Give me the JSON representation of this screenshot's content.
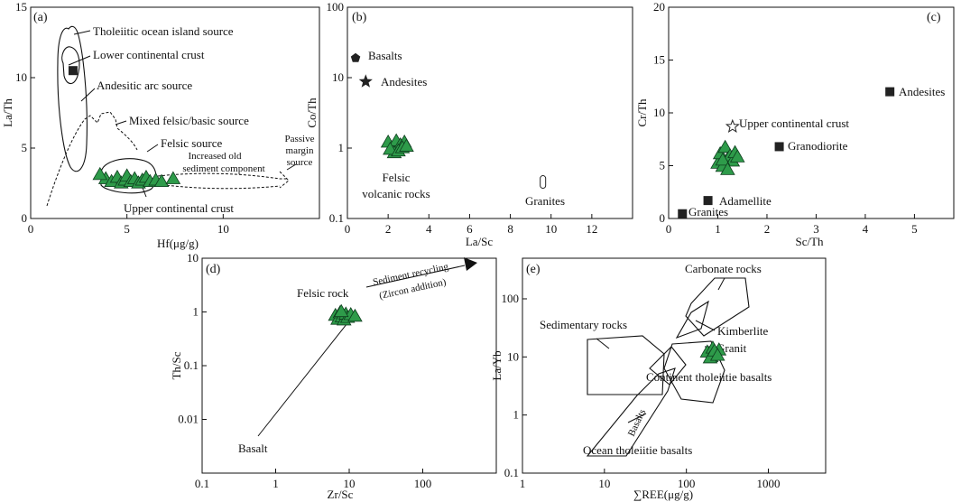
{
  "figure": {
    "accent_colors": {
      "sample_fill": "#2e9b4a",
      "sample_stroke": "#0d3d1d",
      "marker_dark": "#222222"
    }
  },
  "chart_data": [
    {
      "id": "a",
      "panel_label": "(a)",
      "type": "scatter",
      "xlabel": "Hf(μg/g)",
      "ylabel": "La/Th",
      "xlim": [
        0,
        15
      ],
      "ylim": [
        0,
        15
      ],
      "x_ticks": [
        0,
        5,
        10
      ],
      "x_tick_labels": [
        "0",
        "5",
        "10"
      ],
      "y_ticks": [
        0,
        5,
        10,
        15
      ],
      "y_tick_labels": [
        "0",
        "5",
        "10",
        "15"
      ],
      "grid": false,
      "samples": [
        {
          "x": 3.9,
          "y": 2.8
        },
        {
          "x": 4.2,
          "y": 2.6
        },
        {
          "x": 4.5,
          "y": 2.9
        },
        {
          "x": 4.7,
          "y": 2.5
        },
        {
          "x": 4.9,
          "y": 2.7
        },
        {
          "x": 5.0,
          "y": 3.0
        },
        {
          "x": 5.2,
          "y": 2.6
        },
        {
          "x": 5.4,
          "y": 2.8
        },
        {
          "x": 5.6,
          "y": 2.5
        },
        {
          "x": 5.8,
          "y": 2.7
        },
        {
          "x": 6.0,
          "y": 2.9
        },
        {
          "x": 6.2,
          "y": 2.6
        },
        {
          "x": 6.5,
          "y": 2.7
        },
        {
          "x": 6.8,
          "y": 2.6
        },
        {
          "x": 7.4,
          "y": 2.8
        },
        {
          "x": 3.6,
          "y": 3.1
        }
      ],
      "reference_points": [
        {
          "x": 2.2,
          "y": 10.5,
          "marker": "square"
        }
      ],
      "annotations": [
        "Tholeiitic ocean island source",
        "Lower continental crust",
        "Andesitic arc source",
        "Mixed felsic/basic source",
        "Felsic source",
        "Increased old",
        "sediment component",
        "Passive",
        "margin",
        "source",
        "Upper continental crust"
      ]
    },
    {
      "id": "b",
      "panel_label": "(b)",
      "type": "scatter",
      "xlabel": "La/Sc",
      "ylabel": "Co/Th",
      "xlim": [
        0,
        14
      ],
      "ylim": [
        0.1,
        100
      ],
      "yscale": "log",
      "x_ticks": [
        0,
        2,
        4,
        6,
        8,
        10,
        12
      ],
      "x_tick_labels": [
        "0",
        "2",
        "4",
        "6",
        "8",
        "10",
        "12"
      ],
      "y_ticks": [
        0.1,
        1,
        10,
        100
      ],
      "y_tick_labels": [
        "0.1",
        "1",
        "10",
        "100"
      ],
      "grid": false,
      "samples": [
        {
          "x": 2.0,
          "y": 1.2
        },
        {
          "x": 2.2,
          "y": 1.0
        },
        {
          "x": 2.4,
          "y": 1.25
        },
        {
          "x": 2.6,
          "y": 1.1
        },
        {
          "x": 2.8,
          "y": 1.2
        },
        {
          "x": 2.3,
          "y": 0.85
        },
        {
          "x": 2.1,
          "y": 0.95
        },
        {
          "x": 2.5,
          "y": 0.9
        },
        {
          "x": 2.7,
          "y": 1.0
        },
        {
          "x": 2.9,
          "y": 1.05
        }
      ],
      "reference_points": [
        {
          "name": "Basalts",
          "x": 0.4,
          "y": 19,
          "marker": "pentagon"
        },
        {
          "name": "Andesites",
          "x": 0.9,
          "y": 8.8,
          "marker": "star"
        },
        {
          "name": "Granites",
          "x": 9.6,
          "y": 0.33,
          "marker": "capsule"
        }
      ],
      "annotations": [
        "Basalts",
        "Andesites",
        "Felsic",
        "volcanic rocks",
        "Granites"
      ]
    },
    {
      "id": "c",
      "panel_label": "(c)",
      "type": "scatter",
      "xlabel": "Sc/Th",
      "ylabel": "Cr/Th",
      "xlim": [
        0,
        5.8
      ],
      "ylim": [
        0,
        20
      ],
      "x_ticks": [
        0,
        1,
        2,
        3,
        4,
        5
      ],
      "x_tick_labels": [
        "0",
        "1",
        "2",
        "3",
        "4",
        "5"
      ],
      "y_ticks": [
        0,
        5,
        10,
        15,
        20
      ],
      "y_tick_labels": [
        "0",
        "5",
        "10",
        "15",
        "20"
      ],
      "grid": false,
      "samples": [
        {
          "x": 1.0,
          "y": 5.2
        },
        {
          "x": 1.05,
          "y": 6.1
        },
        {
          "x": 1.1,
          "y": 4.9
        },
        {
          "x": 1.15,
          "y": 6.7
        },
        {
          "x": 1.2,
          "y": 5.6
        },
        {
          "x": 1.25,
          "y": 5.9
        },
        {
          "x": 1.3,
          "y": 5.4
        },
        {
          "x": 1.35,
          "y": 6.2
        },
        {
          "x": 1.4,
          "y": 5.8
        },
        {
          "x": 1.1,
          "y": 5.5
        },
        {
          "x": 1.2,
          "y": 4.6
        }
      ],
      "reference_points": [
        {
          "name": "Andesites",
          "x": 4.5,
          "y": 12.0,
          "marker": "square"
        },
        {
          "name": "Upper continental crust",
          "x": 1.3,
          "y": 8.7,
          "marker": "star-open"
        },
        {
          "name": "Granodiorite",
          "x": 2.25,
          "y": 6.8,
          "marker": "square"
        },
        {
          "name": "Adamellite",
          "x": 0.8,
          "y": 1.7,
          "marker": "square"
        },
        {
          "name": "Granites",
          "x": 0.28,
          "y": 0.45,
          "marker": "square"
        }
      ],
      "annotations": [
        "Andesites",
        "Upper continental crust",
        "Granodiorite",
        "Adamellite",
        "Granites"
      ]
    },
    {
      "id": "d",
      "panel_label": "(d)",
      "type": "scatter",
      "xlabel": "Zr/Sc",
      "ylabel": "Th/Sc",
      "xlim": [
        0.1,
        1000
      ],
      "ylim": [
        0.001,
        10
      ],
      "xscale": "log",
      "yscale": "log",
      "x_ticks": [
        0.1,
        1,
        10,
        100
      ],
      "x_tick_labels": [
        "0.1",
        "1",
        "10",
        "100"
      ],
      "y_ticks": [
        0.01,
        0.1,
        1,
        10
      ],
      "y_tick_labels": [
        "0.01",
        "0.1",
        "1",
        "10"
      ],
      "grid": false,
      "samples": [
        {
          "x": 6.5,
          "y": 0.85
        },
        {
          "x": 7.0,
          "y": 0.72
        },
        {
          "x": 7.5,
          "y": 0.95
        },
        {
          "x": 8.0,
          "y": 0.8
        },
        {
          "x": 8.5,
          "y": 0.7
        },
        {
          "x": 9.0,
          "y": 0.9
        },
        {
          "x": 9.5,
          "y": 0.78
        },
        {
          "x": 10.5,
          "y": 0.88
        },
        {
          "x": 12.0,
          "y": 0.82
        },
        {
          "x": 7.8,
          "y": 1.0
        }
      ],
      "annotations": [
        "Felsic rock",
        "Sediment recycling",
        "(Zircon addition)",
        "Basalt"
      ]
    },
    {
      "id": "e",
      "panel_label": "(e)",
      "type": "scatter",
      "xlabel": "∑REE(μg/g)",
      "ylabel": "La/Yb",
      "xlim": [
        1,
        5000
      ],
      "ylim": [
        0.1,
        500
      ],
      "xscale": "log",
      "yscale": "log",
      "x_ticks": [
        1,
        10,
        100,
        1000
      ],
      "x_tick_labels": [
        "1",
        "10",
        "100",
        "1000"
      ],
      "y_ticks": [
        0.1,
        1,
        10,
        100
      ],
      "y_tick_labels": [
        "0.1",
        "1",
        "10",
        "100"
      ],
      "grid": false,
      "samples": [
        {
          "x": 180,
          "y": 12
        },
        {
          "x": 200,
          "y": 10
        },
        {
          "x": 210,
          "y": 14
        },
        {
          "x": 230,
          "y": 11
        },
        {
          "x": 250,
          "y": 13
        },
        {
          "x": 195,
          "y": 9.5
        },
        {
          "x": 220,
          "y": 12.5
        },
        {
          "x": 240,
          "y": 10.5
        }
      ],
      "annotations": [
        "Carbonate rocks",
        "Sedimentary rocks",
        "Kimberlite",
        "Granit",
        "Continent tholeiitie basalts",
        "Basalts",
        "Ocean tholeiitie basalts"
      ]
    }
  ]
}
